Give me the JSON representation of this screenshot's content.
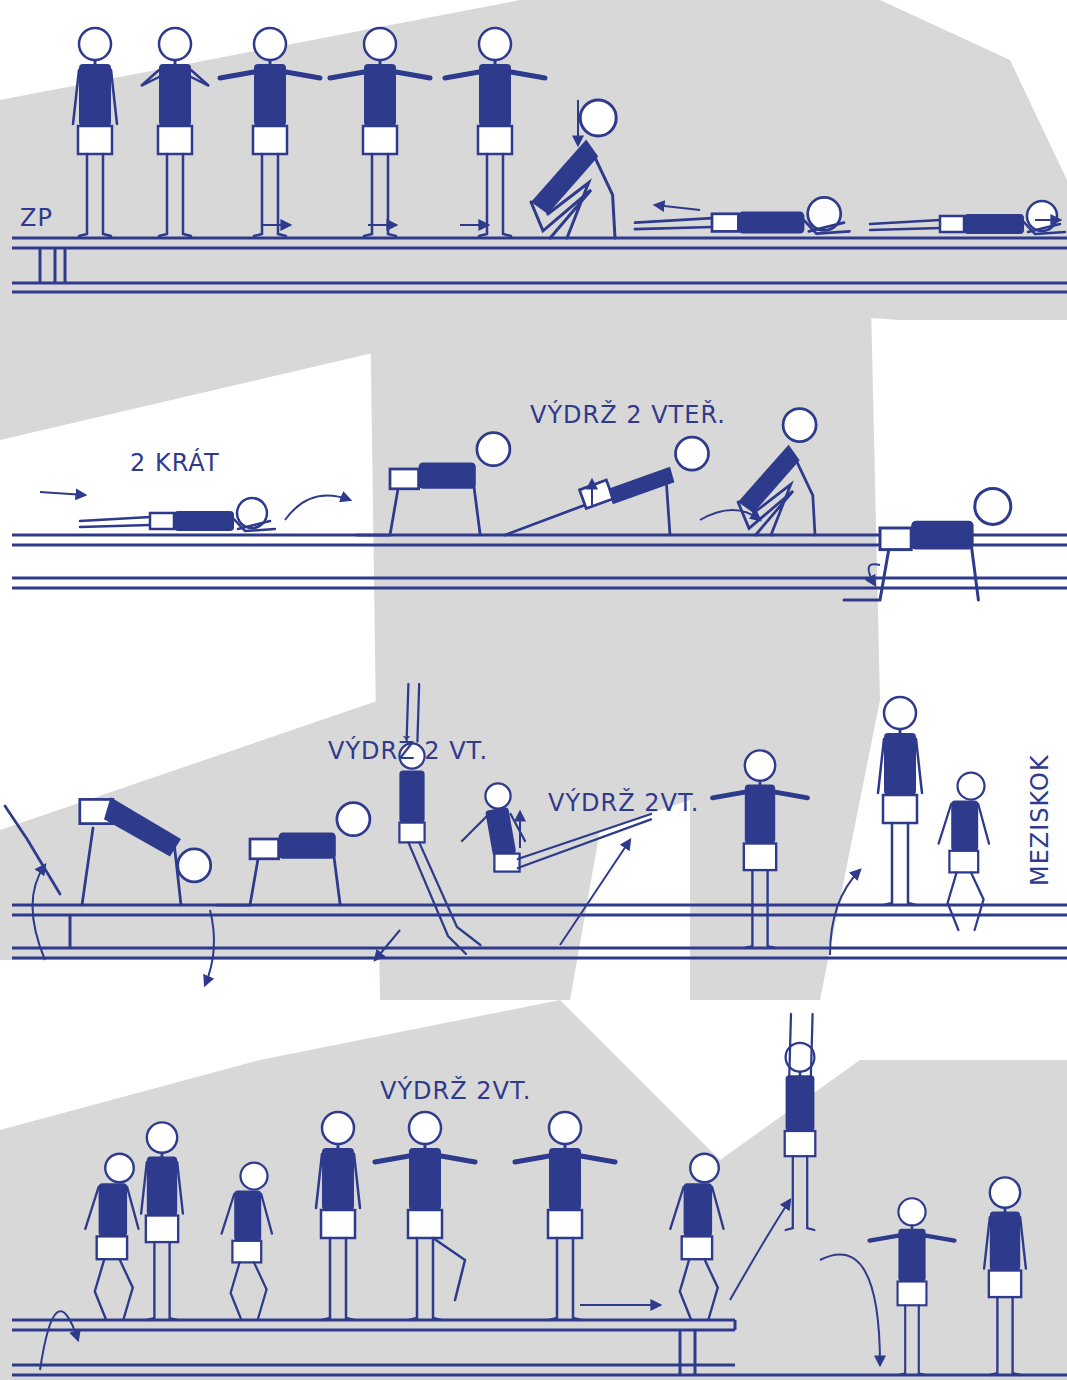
{
  "diagram": {
    "labels": [
      "ZP",
      "2 KRÁT",
      "VÝDRŽ 2 VTEŘ.",
      "VÝDRŽ 2 VT.",
      "VÝDRŽ 2VT.",
      "MEZISKOK",
      "VÝDRŽ 2VT."
    ]
  }
}
